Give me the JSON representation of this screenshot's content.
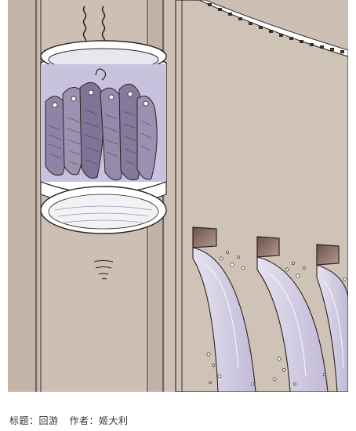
{
  "caption": {
    "title_label": "标题：",
    "title": "回游",
    "author_label": "作者：",
    "author": "姬大利"
  },
  "colors": {
    "wall": "#cdbfb4",
    "wall_dark": "#bfb0a4",
    "wall_shadow": "#a99a8f",
    "water": "#ddd8ea",
    "water_shade": "#c9c2dd",
    "fish": "#8f84a6",
    "fish_dark": "#6e6488",
    "tank_water": "#c8c2dc",
    "gate_dark": "#7a6259"
  },
  "icons": {
    "scene": "fish-elevator-dam-illustration"
  }
}
